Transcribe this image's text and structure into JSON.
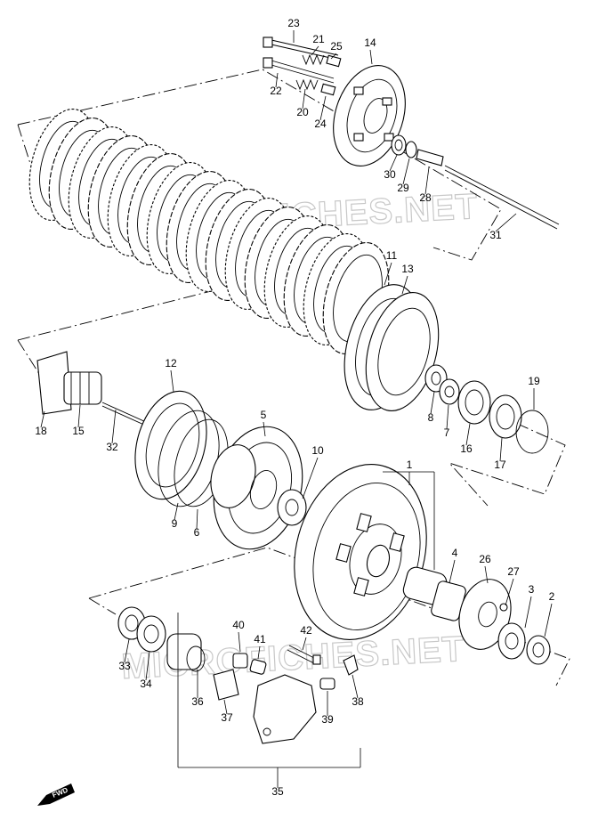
{
  "watermark": "MICROFICHES.NET",
  "fwd_label": "FWD",
  "callouts": [
    {
      "id": "23",
      "text": "23"
    },
    {
      "id": "21",
      "text": "21"
    },
    {
      "id": "25",
      "text": "25"
    },
    {
      "id": "14",
      "text": "14"
    },
    {
      "id": "22",
      "text": "22"
    },
    {
      "id": "20",
      "text": "20"
    },
    {
      "id": "24",
      "text": "24"
    },
    {
      "id": "30",
      "text": "30"
    },
    {
      "id": "29",
      "text": "29"
    },
    {
      "id": "28",
      "text": "28"
    },
    {
      "id": "31",
      "text": "31"
    },
    {
      "id": "11",
      "text": "11"
    },
    {
      "id": "13",
      "text": "13"
    },
    {
      "id": "12",
      "text": "12"
    },
    {
      "id": "8",
      "text": "8"
    },
    {
      "id": "7",
      "text": "7"
    },
    {
      "id": "16",
      "text": "16"
    },
    {
      "id": "19",
      "text": "19"
    },
    {
      "id": "17",
      "text": "17"
    },
    {
      "id": "18",
      "text": "18"
    },
    {
      "id": "15",
      "text": "15"
    },
    {
      "id": "32",
      "text": "32"
    },
    {
      "id": "5",
      "text": "5"
    },
    {
      "id": "10",
      "text": "10"
    },
    {
      "id": "1",
      "text": "1"
    },
    {
      "id": "9",
      "text": "9"
    },
    {
      "id": "6",
      "text": "6"
    },
    {
      "id": "4",
      "text": "4"
    },
    {
      "id": "26",
      "text": "26"
    },
    {
      "id": "27",
      "text": "27"
    },
    {
      "id": "3",
      "text": "3"
    },
    {
      "id": "2",
      "text": "2"
    },
    {
      "id": "40",
      "text": "40"
    },
    {
      "id": "42",
      "text": "42"
    },
    {
      "id": "41",
      "text": "41"
    },
    {
      "id": "33",
      "text": "33"
    },
    {
      "id": "34",
      "text": "34"
    },
    {
      "id": "36",
      "text": "36"
    },
    {
      "id": "37",
      "text": "37"
    },
    {
      "id": "39",
      "text": "39"
    },
    {
      "id": "38",
      "text": "38"
    },
    {
      "id": "35",
      "text": "35"
    }
  ]
}
